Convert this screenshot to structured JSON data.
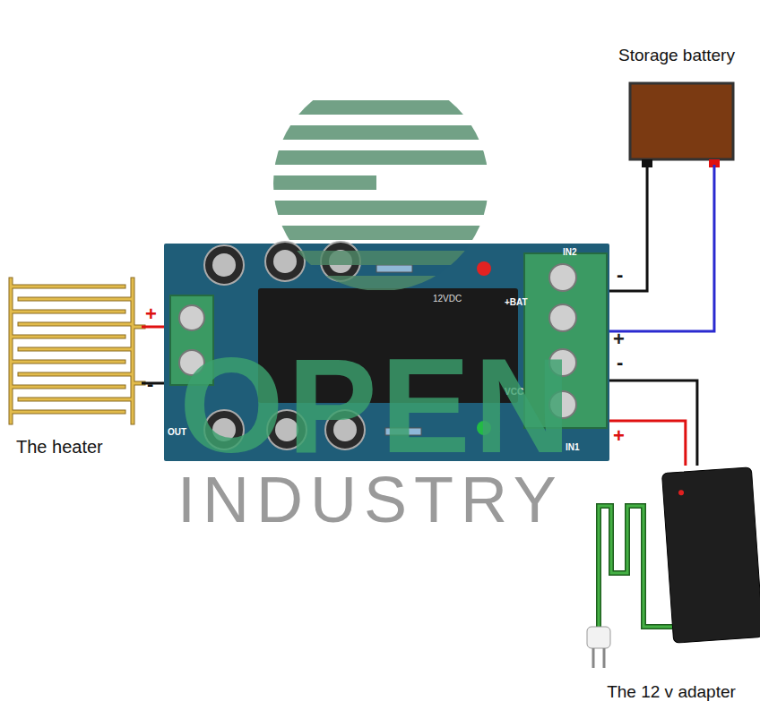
{
  "diagram": {
    "nodes": [
      {
        "text": [
          "Storage battery"
        ]
      },
      {
        "text": [
          "The heater"
        ]
      },
      {
        "text": [
          "IN2",
          "+BAT",
          "VCC",
          "IN1",
          "OUT",
          "12VDC"
        ]
      },
      {
        "text": [
          "The 12 v adapter"
        ]
      }
    ],
    "edges": [
      {
        "from": 0,
        "to": 2,
        "arrow": "none"
      },
      {
        "from": 0,
        "to": 2,
        "arrow": "none"
      },
      {
        "from": 1,
        "to": 2,
        "arrow": "none"
      },
      {
        "from": 1,
        "to": 2,
        "arrow": "none"
      },
      {
        "from": 3,
        "to": 2,
        "arrow": "none"
      },
      {
        "from": 3,
        "to": 2,
        "arrow": "none"
      }
    ],
    "labels": [
      "+",
      "-",
      "-",
      "+",
      "-",
      "+",
      "OPEN",
      "INDUSTRY"
    ]
  }
}
